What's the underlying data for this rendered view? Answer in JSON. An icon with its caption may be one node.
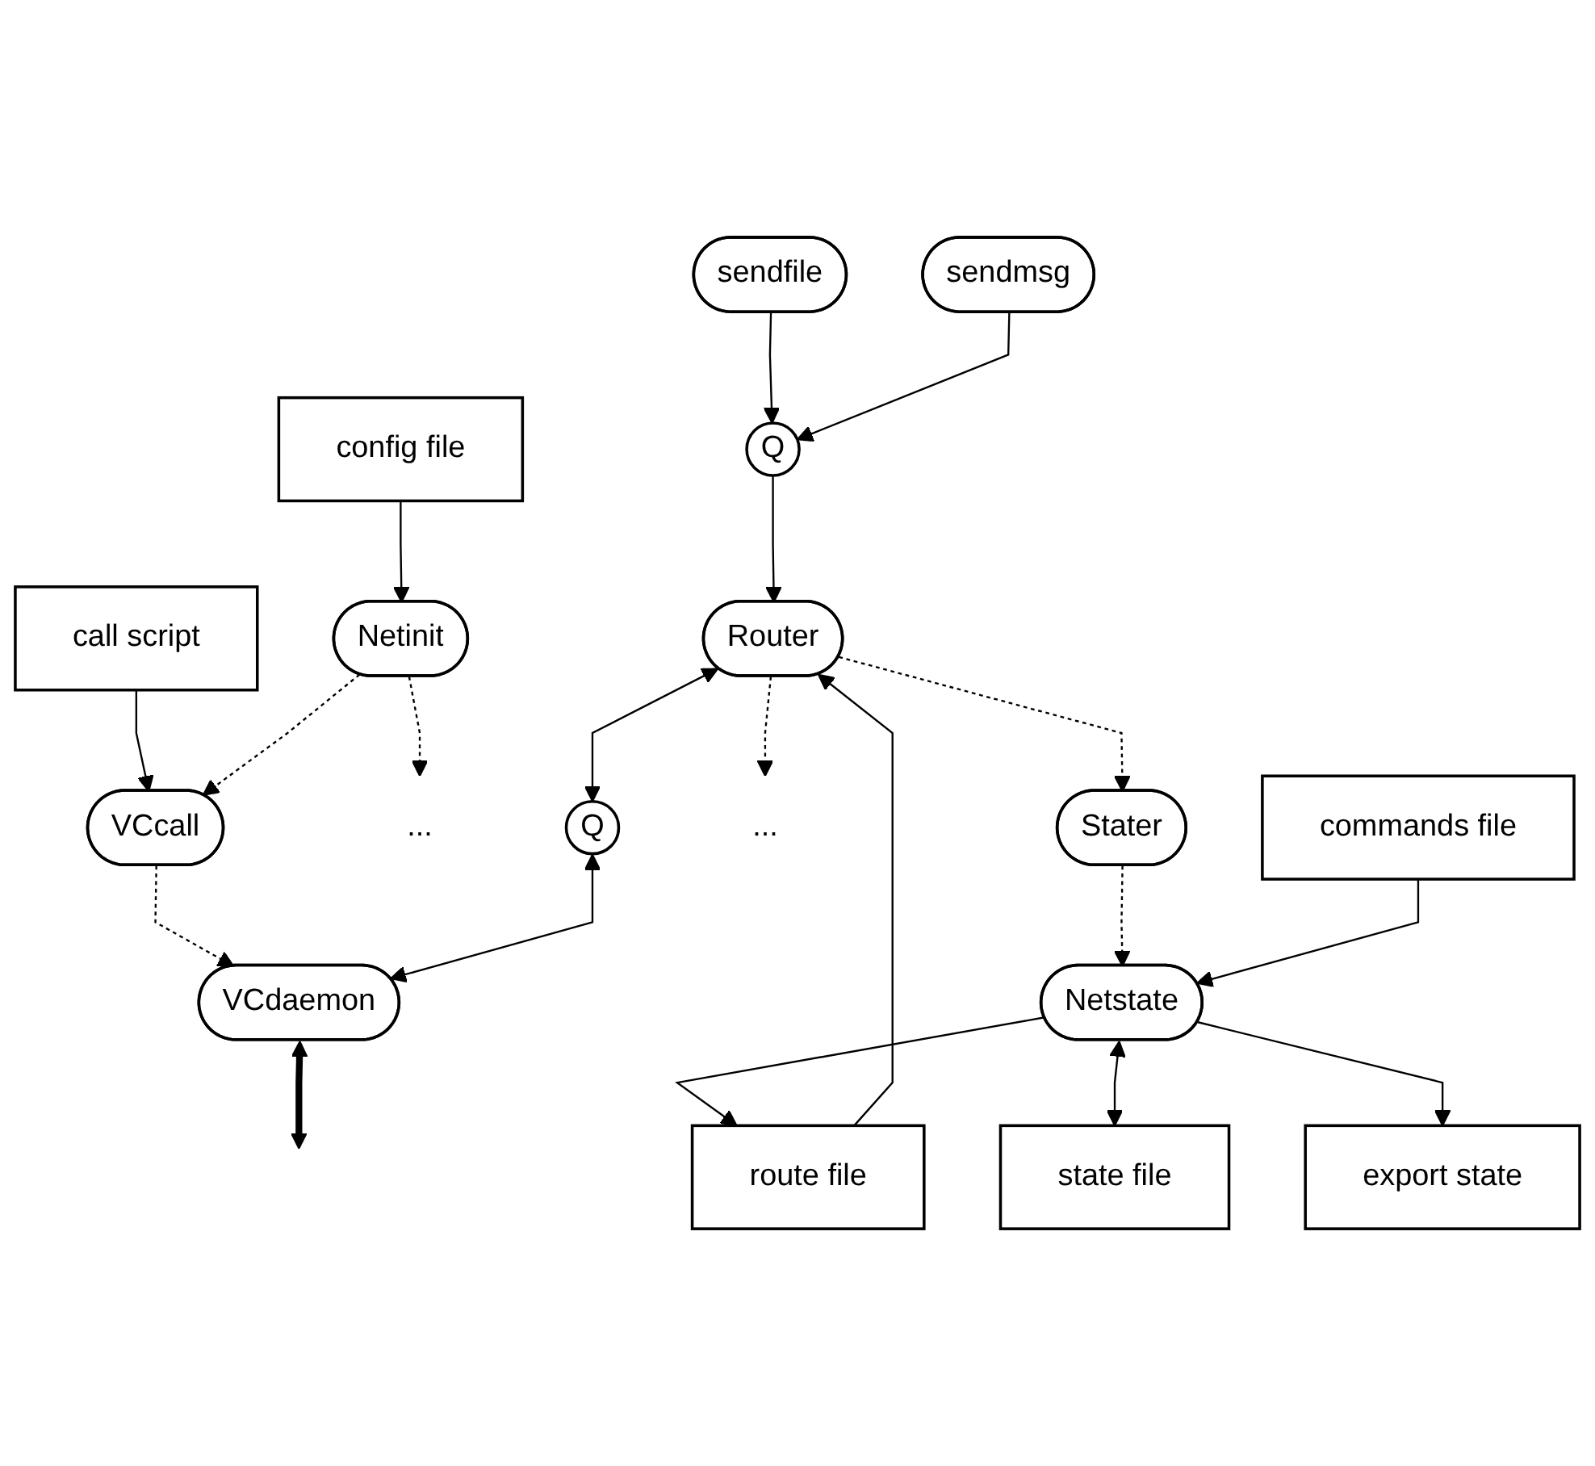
{
  "diagram": {
    "nodes": [
      {
        "text": [
          "config file"
        ]
      },
      {
        "text": [
          "call script"
        ]
      },
      {
        "text": [
          "Netinit"
        ]
      },
      {
        "text": [
          "VCcall"
        ]
      },
      {
        "text": [
          "..."
        ]
      },
      {
        "text": [
          "sendfile"
        ]
      },
      {
        "text": [
          "Q"
        ]
      },
      {
        "text": [
          "sendmsg"
        ]
      },
      {
        "text": [
          "Router"
        ]
      },
      {
        "text": [
          "Q"
        ]
      },
      {
        "text": [
          "VCdaemon"
        ]
      },
      {
        "text": [
          "..."
        ]
      },
      {
        "text": [
          "route file"
        ]
      },
      {
        "text": [
          "Stater"
        ]
      },
      {
        "text": [
          "Netstate"
        ]
      },
      {
        "text": [
          "state file"
        ]
      },
      {
        "text": [
          "commands file"
        ]
      },
      {
        "text": [
          "export state"
        ]
      }
    ],
    "edges": [
      {
        "from": 0,
        "to": 2,
        "arrow": "to"
      },
      {
        "from": 1,
        "to": 3,
        "arrow": "to"
      },
      {
        "from": 2,
        "to": 3,
        "arrow": "to",
        "style": "dashed"
      },
      {
        "from": 2,
        "to": 4,
        "arrow": "to",
        "style": "dashed"
      },
      {
        "from": 3,
        "to": 10,
        "arrow": "to",
        "style": "dashed"
      },
      {
        "from": 5,
        "to": 6,
        "arrow": "to"
      },
      {
        "from": 7,
        "to": 6,
        "arrow": "to"
      },
      {
        "from": 6,
        "to": 8,
        "arrow": "to"
      },
      {
        "from": 8,
        "to": 9,
        "arrow": "both"
      },
      {
        "from": 9,
        "to": 10,
        "arrow": "both"
      },
      {
        "from": 10,
        "to": null,
        "arrow": "both",
        "style": "thick"
      },
      {
        "from": 8,
        "to": 11,
        "arrow": "to",
        "style": "dashed"
      },
      {
        "from": 8,
        "to": 13,
        "arrow": "to",
        "style": "dashed"
      },
      {
        "from": 12,
        "to": 8,
        "arrow": "to"
      },
      {
        "from": 14,
        "to": 12,
        "arrow": "to"
      },
      {
        "from": 13,
        "to": 14,
        "arrow": "to",
        "style": "dashed"
      },
      {
        "from": 14,
        "to": 15,
        "arrow": "both"
      },
      {
        "from": 16,
        "to": 14,
        "arrow": "to"
      },
      {
        "from": 14,
        "to": 17,
        "arrow": "to"
      }
    ]
  }
}
